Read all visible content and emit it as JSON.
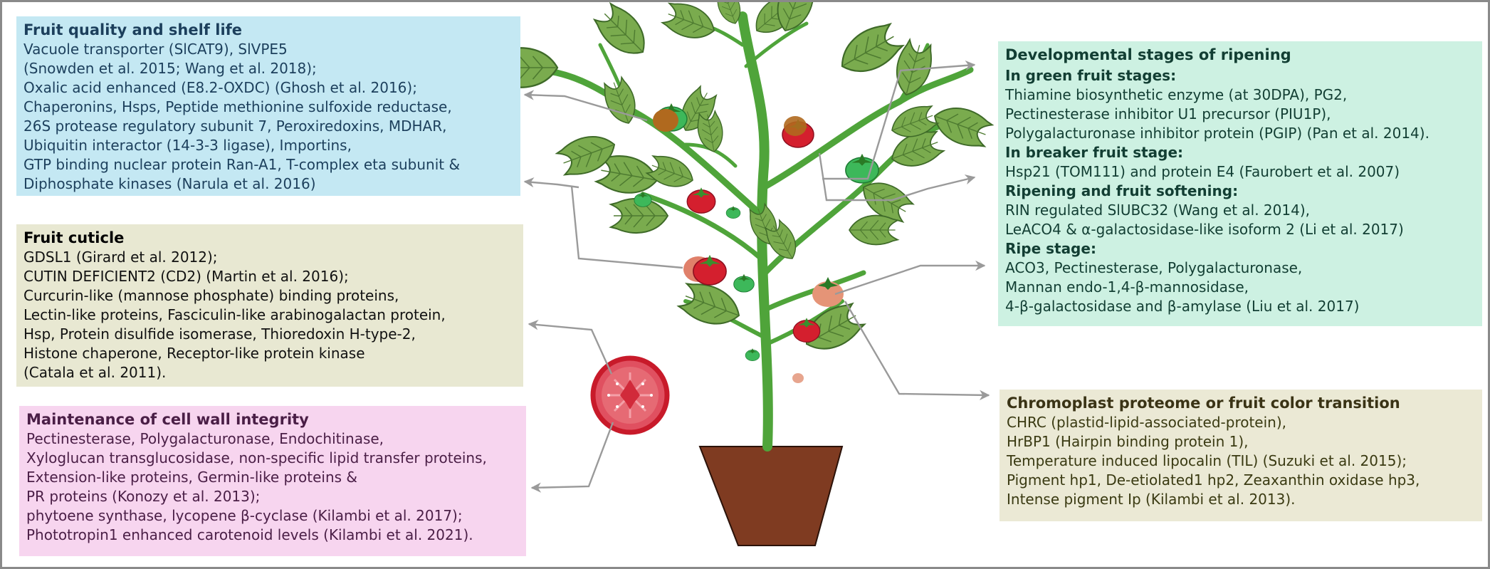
{
  "quality": {
    "title": "Fruit quality and shelf life",
    "lines": [
      "Vacuole transporter (SlCAT9), SlVPE5",
      "(Snowden et al. 2015; Wang et al. 2018);",
      "Oxalic acid enhanced (E8.2-OXDC) (Ghosh et al. 2016);",
      "Chaperonins, Hsps, Peptide methionine sulfoxide reductase,",
      "26S protease regulatory subunit 7, Peroxiredoxins, MDHAR,",
      "Ubiquitin interactor (14-3-3 ligase), Importins,",
      "GTP binding nuclear protein Ran-A1, T-complex eta subunit &",
      "Diphosphate kinases  (Narula et al. 2016)"
    ]
  },
  "cuticle": {
    "title": "Fruit cuticle",
    "lines": [
      "GDSL1 (Girard et al. 2012);",
      "CUTIN DEFICIENT2 (CD2) (Martin et al. 2016);",
      "Curcurin-like (mannose phosphate) binding proteins,",
      "Lectin-like proteins, Fasciculin-like arabinogalactan protein,",
      "Hsp, Protein disulfide isomerase, Thioredoxin H-type-2,",
      "Histone chaperone, Receptor-like protein kinase",
      "(Catala et al. 2011)."
    ]
  },
  "wall": {
    "title": "Maintenance of cell wall integrity",
    "lines": [
      "Pectinesterase, Polygalacturonase, Endochitinase,",
      "Xyloglucan transglucosidase, non-specific lipid transfer proteins,",
      "Extension-like proteins, Germin-like proteins &",
      "PR proteins (Konozy et al. 2013);",
      "phytoene synthase, lycopene β-cyclase (Kilambi et al. 2017);",
      "Phototropin1 enhanced carotenoid levels (Kilambi et al. 2021)."
    ]
  },
  "ripening": {
    "title": "Developmental stages of ripening",
    "green_heading": "In green fruit stages:",
    "green_lines": [
      "Thiamine biosynthetic enzyme (at 30DPA), PG2,",
      "Pectinesterase inhibitor U1 precursor (PIU1P),",
      "Polygalacturonase inhibitor protein (PGIP) (Pan et al. 2014)."
    ],
    "breaker_heading": "In breaker fruit stage:",
    "breaker_lines": [
      "Hsp21 (TOM111) and protein E4 (Faurobert et al. 2007)"
    ],
    "softening_heading": "Ripening and fruit softening:",
    "softening_lines": [
      "RIN regulated SlUBC32 (Wang et al. 2014),",
      "LeACO4 & α-galactosidase-like isoform 2 (Li et al. 2017)"
    ],
    "ripe_heading": "Ripe stage:",
    "ripe_lines": [
      "ACO3, Pectinesterase, Polygalacturonase,",
      "Mannan endo-1,4-β-mannosidase,",
      "4-β-galactosidase and β-amylase (Liu et al. 2017)"
    ]
  },
  "chromoplast": {
    "title": "Chromoplast proteome or fruit color transition",
    "lines": [
      "CHRC (plastid-lipid-associated-protein),",
      "HrBP1 (Hairpin binding protein 1),",
      "Temperature induced lipocalin (TIL) (Suzuki et al. 2015);",
      "Pigment hp1, De-etiolated1 hp2, Zeaxanthin oxidase hp3,",
      "Intense pigment Ip (Kilambi et al. 2013)."
    ]
  },
  "colors": {
    "stem": "#4fa43a",
    "leaf": "#7aab4e",
    "pot": "#7f3b21",
    "arrow": "#9a9a9a",
    "ripe_tomato": "#d41f2e",
    "green_tomato": "#3db85a"
  }
}
